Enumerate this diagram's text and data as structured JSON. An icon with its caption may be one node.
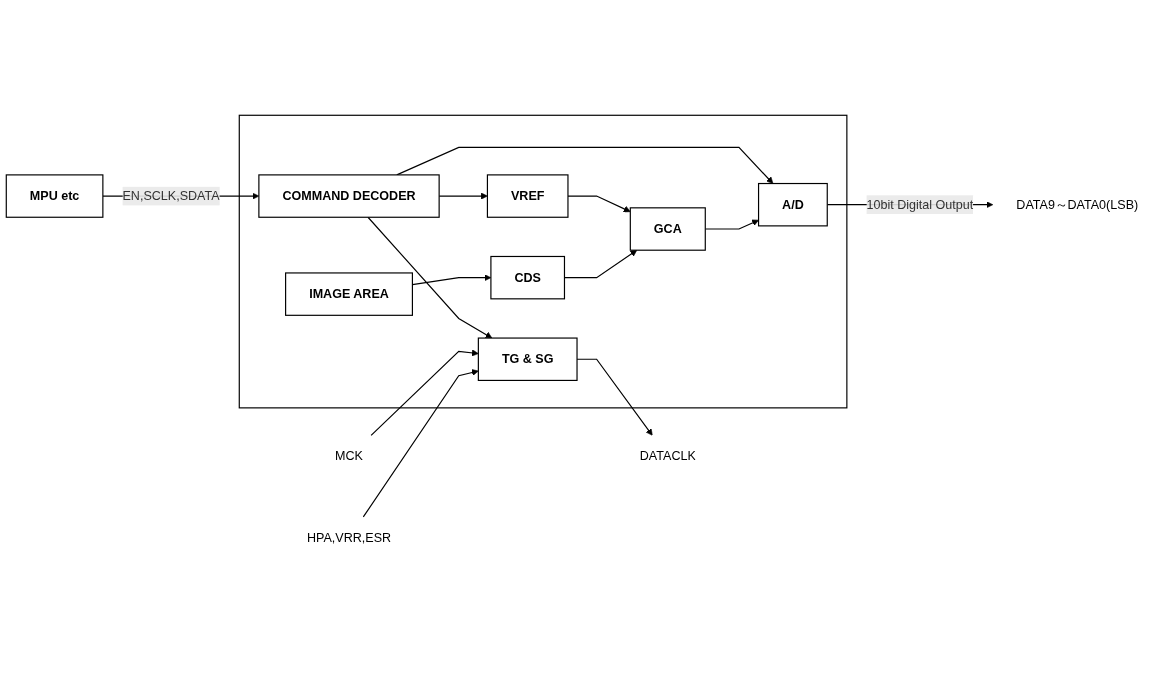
{
  "diagram": {
    "nodes": [
      {
        "text": [
          "MPU etc"
        ]
      },
      {
        "text": [],
        "shape": "box"
      },
      {
        "text": [
          "COMMAND DECODER"
        ],
        "in": 1
      },
      {
        "text": [
          "VREF"
        ],
        "in": 1
      },
      {
        "text": [
          "IMAGE AREA"
        ],
        "in": 1
      },
      {
        "text": [
          "CDS"
        ],
        "in": 1
      },
      {
        "text": [
          "GCA"
        ],
        "in": 1
      },
      {
        "text": [
          "A/D"
        ],
        "in": 1
      },
      {
        "text": [
          "TG & SG"
        ],
        "in": 1
      },
      {
        "text": [
          "DATA9～DATA0(LSB)"
        ]
      },
      {
        "text": [
          "DATACLK"
        ]
      },
      {
        "text": [
          "MCK"
        ]
      },
      {
        "text": [
          "HPA,VRR,ESR"
        ]
      }
    ],
    "edges": [
      {
        "from": 0,
        "to": 2,
        "arrow": "to",
        "label": "EN,SCLK,SDATA"
      },
      {
        "from": 2,
        "to": 3,
        "arrow": "to"
      },
      {
        "from": 3,
        "to": 6,
        "arrow": "to"
      },
      {
        "from": 2,
        "to": 7,
        "arrow": "to"
      },
      {
        "from": 2,
        "to": 8,
        "arrow": "to"
      },
      {
        "from": 4,
        "to": 5,
        "arrow": "to"
      },
      {
        "from": 5,
        "to": 6,
        "arrow": "to"
      },
      {
        "from": 6,
        "to": 7,
        "arrow": "to"
      },
      {
        "from": 7,
        "to": 9,
        "arrow": "to",
        "label": "10bit Digital Output"
      },
      {
        "from": 8,
        "to": 10,
        "arrow": "to"
      },
      {
        "from": 11,
        "to": 8,
        "arrow": "to"
      },
      {
        "from": 12,
        "to": 8,
        "arrow": "to"
      }
    ]
  }
}
